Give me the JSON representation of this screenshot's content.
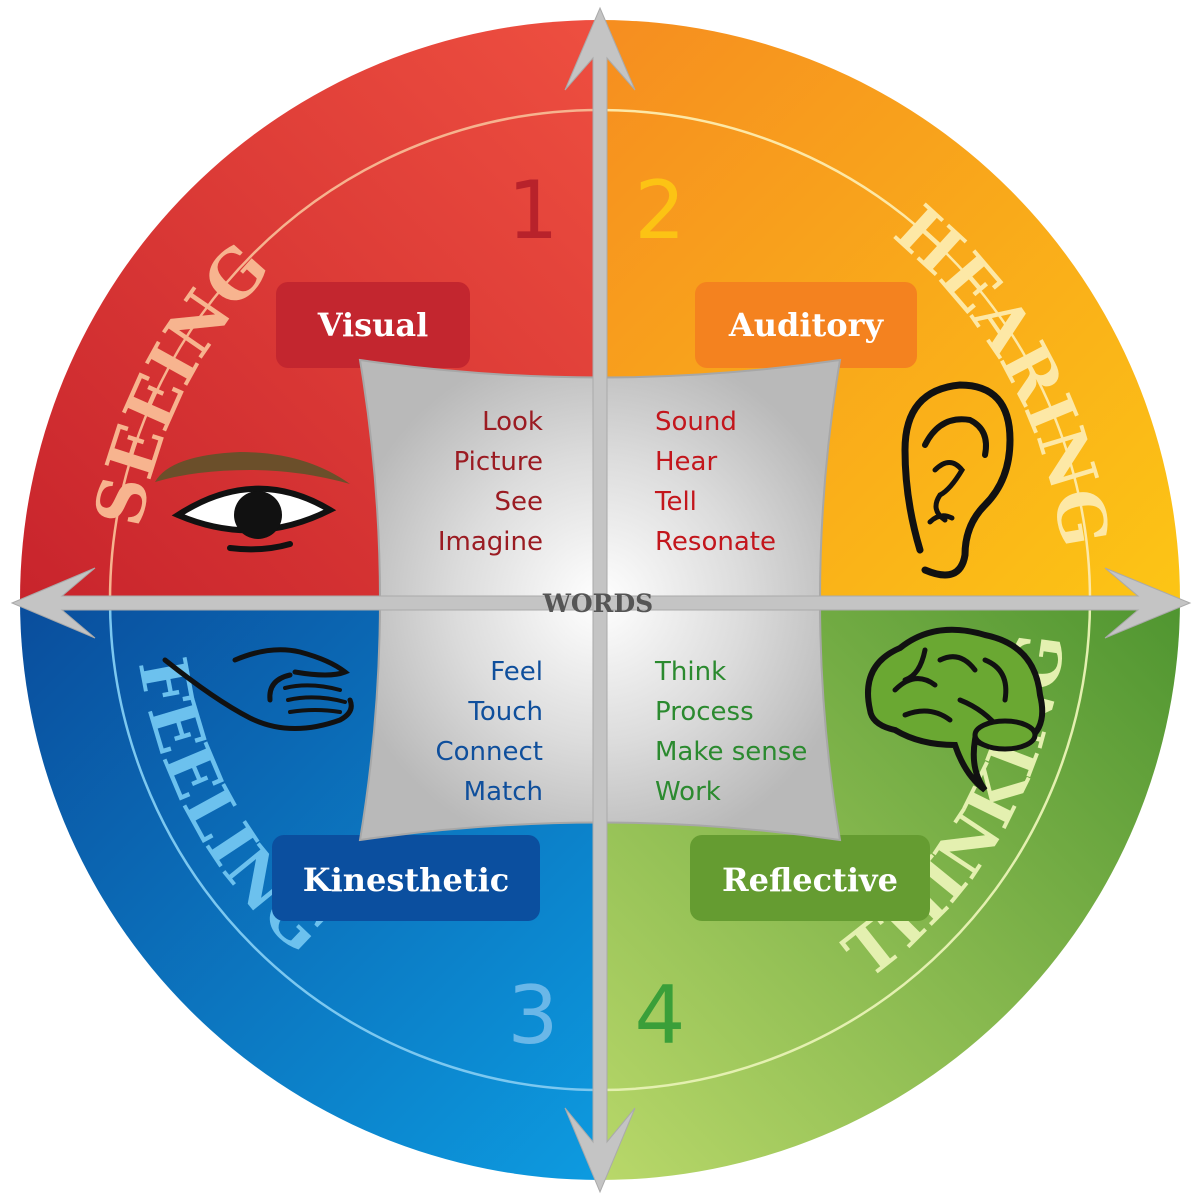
{
  "center": {
    "label": "WORDS",
    "color": "#555555"
  },
  "quadrants": [
    {
      "id": "seeing",
      "sense": "SEEING",
      "number": "1",
      "style_label": "Visual",
      "icon": "eye-icon",
      "words": [
        "Look",
        "Picture",
        "See",
        "Imagine"
      ],
      "colors": {
        "main": "#e8443a",
        "dark": "#c62a2f",
        "sense_text": "#f7b48f",
        "number": "#b8222b",
        "words": "#9b1b22",
        "label_bg": "#c3262f"
      }
    },
    {
      "id": "hearing",
      "sense": "HEARING",
      "number": "2",
      "style_label": "Auditory",
      "icon": "ear-icon",
      "words": [
        "Sound",
        "Hear",
        "Tell",
        "Resonate"
      ],
      "colors": {
        "main": "#f9a01b",
        "dark": "#f58220",
        "sense_text": "#fde8a6",
        "number": "#fcc314",
        "words": "#c3161c",
        "label_bg": "#f4821f"
      }
    },
    {
      "id": "feeling",
      "sense": "FEELING",
      "number": "3",
      "style_label": "Kinesthetic",
      "icon": "hand-icon",
      "words": [
        "Feel",
        "Touch",
        "Connect",
        "Match"
      ],
      "colors": {
        "main": "#0a7cc8",
        "dark": "#0a4f9e",
        "sense_text": "#6cc1ee",
        "number": "#6ab7e8",
        "words": "#0f4f9c",
        "label_bg": "#0b4f9f"
      }
    },
    {
      "id": "thinking",
      "sense": "THINKING",
      "number": "4",
      "style_label": "Reflective",
      "icon": "brain-icon",
      "words": [
        "Think",
        "Process",
        "Make sense",
        "Work"
      ],
      "colors": {
        "main": "#8cc043",
        "dark": "#5f9c2f",
        "sense_text": "#e4f0b0",
        "number": "#3a9f39",
        "words": "#2b8a2f",
        "label_bg": "#659c31"
      }
    }
  ]
}
